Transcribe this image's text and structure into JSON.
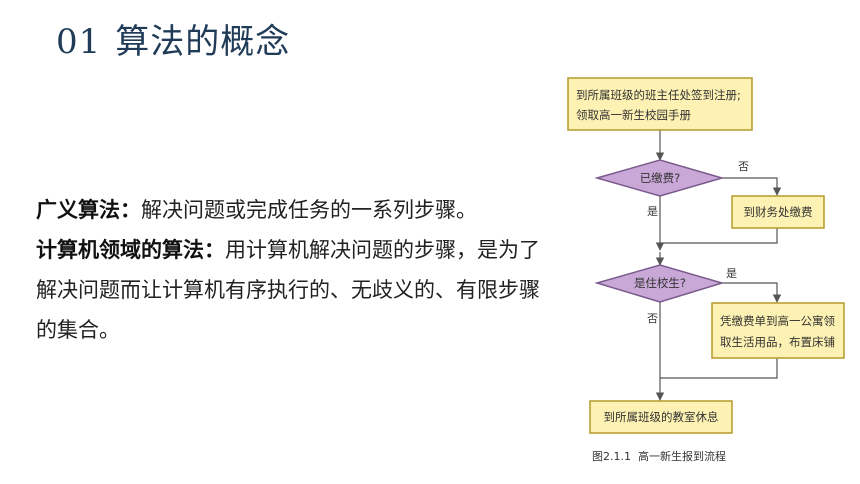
{
  "slide": {
    "number": "01",
    "title": "算法的概念"
  },
  "content": {
    "p1_term": "广义算法：",
    "p1_text": "解决问题或完成任务的一系列步骤。",
    "p2_term": "计算机领域的算法：",
    "p2_text": "用计算机解决问题的步骤，是为了解决问题而让计算机有序执行的、无歧义的、有限步骤的集合。"
  },
  "flowchart": {
    "step1_line1": "到所属班级的班主任处签到注册;",
    "step1_line2": "领取高一新生校园手册",
    "decision1": "已缴费?",
    "d1_no": "否",
    "d1_yes": "是",
    "step2": "到财务处缴费",
    "decision2": "是住校生?",
    "d2_yes": "是",
    "d2_no": "否",
    "step3_line1": "凭缴费单到高一公寓领",
    "step3_line2": "取生活用品，布置床铺",
    "step4": "到所属班级的教室休息",
    "caption_num": "图2.1.1",
    "caption_text": "高一新生报到流程",
    "colors": {
      "box_fill": "#fdf2b3",
      "box_stroke": "#b59a2a",
      "diamond_fill": "#c9a8d8",
      "diamond_stroke": "#7a5a8c",
      "line": "#555555"
    }
  }
}
